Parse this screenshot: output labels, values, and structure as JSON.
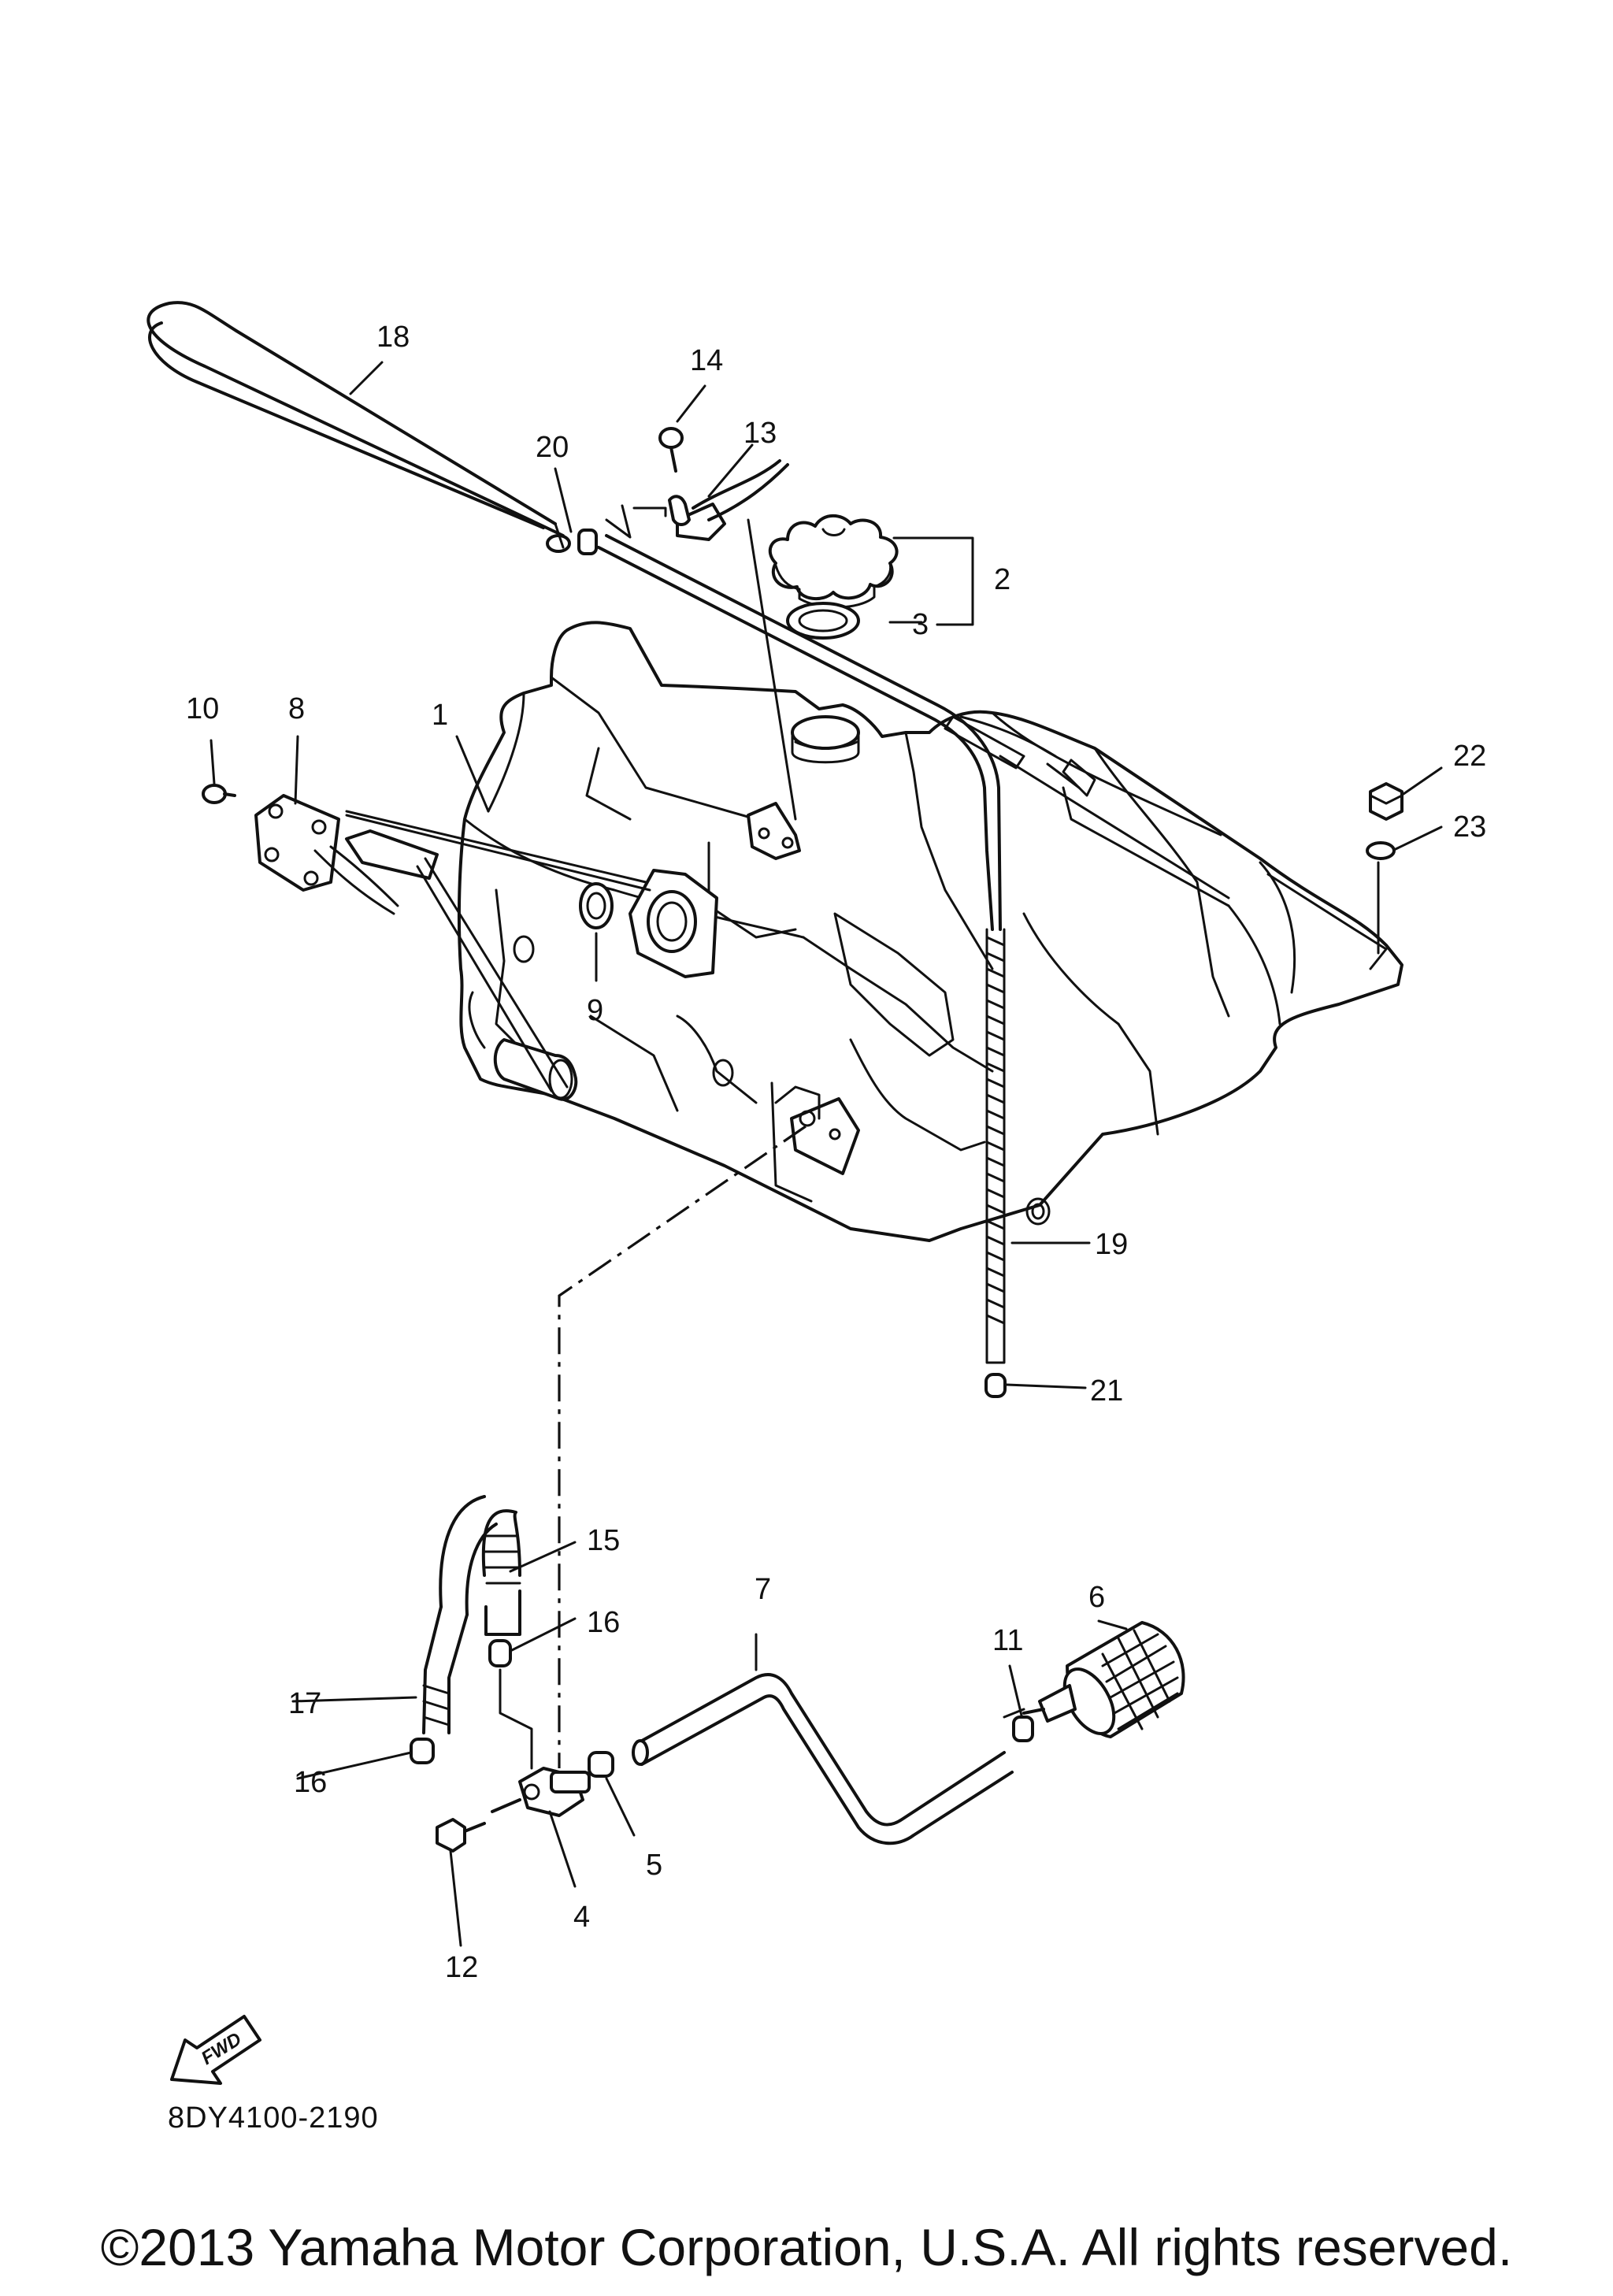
{
  "callouts": [
    "1",
    "2",
    "3",
    "4",
    "5",
    "6",
    "7",
    "8",
    "9",
    "10",
    "11",
    "12",
    "13",
    "14",
    "15",
    "16",
    "16",
    "17",
    "18",
    "19",
    "20",
    "21",
    "22",
    "23"
  ],
  "fwd_label": "FWD",
  "diagram_code": "8DY4100-2190",
  "copyright": "©2013 Yamaha Motor Corporation, U.S.A. All rights reserved."
}
